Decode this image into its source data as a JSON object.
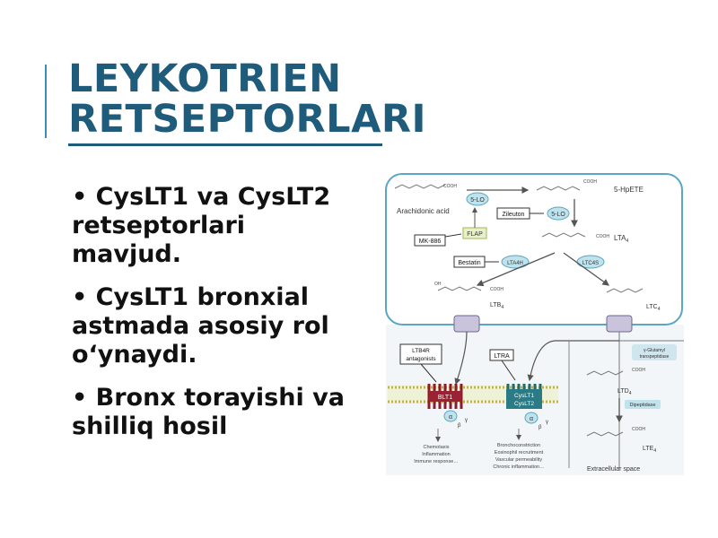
{
  "slide": {
    "title_line1": "LEYKOTRIEN",
    "title_line2": "RETSEPTORLARI",
    "bullets": [
      "• CysLT1 va CysLT2 retseptorlari mavjud.",
      "• CysLT1 bronxial astmada asosiy rol o‘ynaydi.",
      "• Bronx torayishi va shilliq hosil"
    ],
    "colors": {
      "title": "#1f5b7a",
      "accent": "#3d8fb6",
      "diagram_border": "#5aa6c4",
      "enzyme": "#bfe3ec"
    }
  },
  "diagram": {
    "arachidonic": "Arachidonic acid",
    "cooh": "COOH",
    "hpete": "5-HpETE",
    "five_lo": "5-LO",
    "zileuton": "Zileuton",
    "flap": "FLAP",
    "mk886": "MK-886",
    "lta4": "LTA",
    "bestatin": "Bestatin",
    "lta4h": "LTA4H",
    "ltc4s": "LTC4S",
    "ltb4": "LTB",
    "ltc4": "LTC",
    "sub4": "4",
    "oh": "OH",
    "ltb4r_ant1": "LTB4R",
    "ltb4r_ant2": "antagonists",
    "ltra": "LTRA",
    "blt1": "BLT1",
    "cyslt1": "CysLT1",
    "cyslt2": "CysLT2",
    "alpha": "α",
    "beta": "β",
    "gamma": "γ",
    "blt_effects": [
      "Chemotaxis",
      "Inflammation",
      "Immune response…"
    ],
    "cys_effects": [
      "Bronchoconstriction",
      "Eosinophil recruitment",
      "Vascular permeability",
      "Chronic inflammation…"
    ],
    "peptidase": [
      "γ-Glutamyl",
      "transpeptidase"
    ],
    "dipeptidase": "Dipeptidase",
    "ltd4": "LTD",
    "lte4": "LTE",
    "extracellular": "Extracellular space"
  }
}
